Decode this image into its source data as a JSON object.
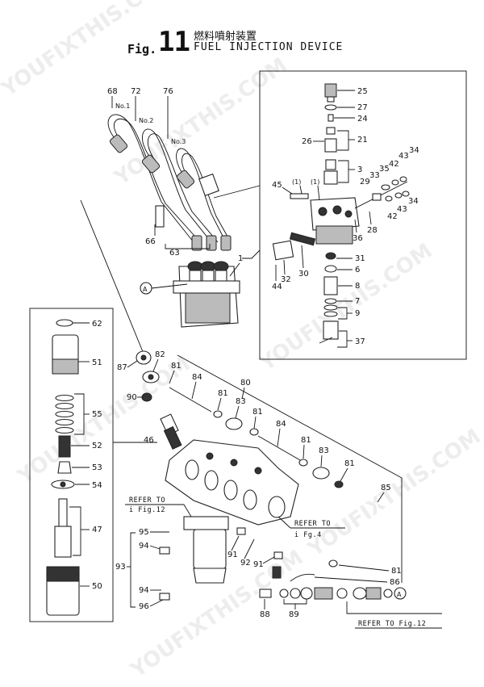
{
  "figure": {
    "prefix": "Fig.",
    "number": "11",
    "title_jp": "燃料噴射装置",
    "title_en": "FUEL INJECTION DEVICE"
  },
  "watermark": "YOUFIXTHIS.COM",
  "labels": {
    "p68": "68",
    "p72": "72",
    "p76": "76",
    "no1": "No.1",
    "no2": "No.2",
    "no3": "No.3",
    "p66": "66",
    "p63": "63",
    "p1": "1",
    "circleA1": "A",
    "p25": "25",
    "p27": "27",
    "p24": "24",
    "p21": "21",
    "p26": "26",
    "p3": "3",
    "p45": "45",
    "p1a": "(1)",
    "p1b": "(1)",
    "p29": "29",
    "p33": "33",
    "p35": "35",
    "p42a": "42",
    "p43a": "43",
    "p34a": "34",
    "p34b": "34",
    "p43b": "43",
    "p42b": "42",
    "p28": "28",
    "p36": "36",
    "p31": "31",
    "p6": "6",
    "p8": "8",
    "p7": "7",
    "p9": "9",
    "p37": "37",
    "p30": "30",
    "p32": "32",
    "p44": "44",
    "p62": "62",
    "p51": "51",
    "p55": "55",
    "p52": "52",
    "p53": "53",
    "p54": "54",
    "p47": "47",
    "p50": "50",
    "p46": "46",
    "p87": "87",
    "p82": "82",
    "p81a": "81",
    "p84a": "84",
    "p80": "80",
    "p90": "90",
    "p81b": "81",
    "p83a": "83",
    "p81c": "81",
    "p84b": "84",
    "p81d": "81",
    "p83b": "83",
    "p81e": "81",
    "p85": "85",
    "p95": "95",
    "p94a": "94",
    "p93": "93",
    "p94b": "94",
    "p96": "96",
    "p91a": "91",
    "p92": "92",
    "p91b": "91",
    "p88": "88",
    "p89": "89",
    "p81f": "81",
    "p86": "86",
    "circleA2": "A"
  },
  "references": {
    "ref_fig12_a_line1": "REFER TO",
    "ref_fig12_a_line2": "i  Fig.12",
    "ref_fig4_line1": "REFER TO",
    "ref_fig4_line2": "i  Fg.4",
    "ref_fig12_b": "REFER TO Fig.12"
  }
}
